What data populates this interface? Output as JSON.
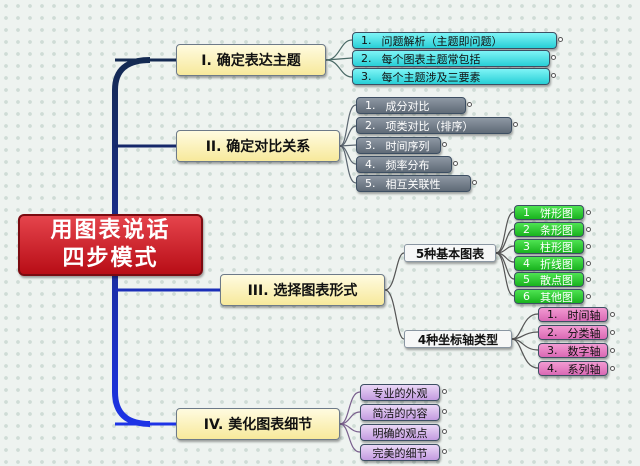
{
  "root": {
    "line1": "用图表说话",
    "line2": "四步模式"
  },
  "steps": [
    {
      "label": "I. 确定表达主题",
      "items": [
        "问题解析（主题即问题）",
        "每个图表主题常包括",
        "每个主题涉及三要素"
      ]
    },
    {
      "label": "II. 确定对比关系",
      "items": [
        "成分对比",
        "项类对比（排序）",
        "时间序列",
        "频率分布",
        "相互关联性"
      ]
    },
    {
      "label": "III. 选择图表形式",
      "groups": [
        {
          "label": "5种基本图表",
          "items": [
            "饼形图",
            "条形图",
            "柱形图",
            "折线图",
            "散点图",
            "其他图"
          ]
        },
        {
          "label": "4种坐标轴类型",
          "items": [
            "时间轴",
            "分类轴",
            "数字轴",
            "系列轴"
          ]
        }
      ]
    },
    {
      "label": "IV. 美化图表细节",
      "items": [
        "专业的外观",
        "简洁的内容",
        "明确的观点",
        "完美的细节"
      ]
    }
  ],
  "numbers": {
    "s1": [
      "1.",
      "2.",
      "3."
    ],
    "s2": [
      "1.",
      "2.",
      "3.",
      "4.",
      "5."
    ],
    "g1": [
      "1",
      "2",
      "3",
      "4",
      "5",
      "6"
    ],
    "g2": [
      "1.",
      "2.",
      "3.",
      "4."
    ]
  },
  "colors": {
    "trunk_top": "#142a52",
    "trunk_bottom": "#1d33e6",
    "root": "#c8121c",
    "step_box": "#f9ecaa",
    "theme_leaf": "#38dbe0",
    "relation_leaf": "#6b7682",
    "basic_chart_leaf": "#22bb27",
    "axis_leaf": "#de70bb",
    "detail_leaf": "#cda7e6"
  }
}
